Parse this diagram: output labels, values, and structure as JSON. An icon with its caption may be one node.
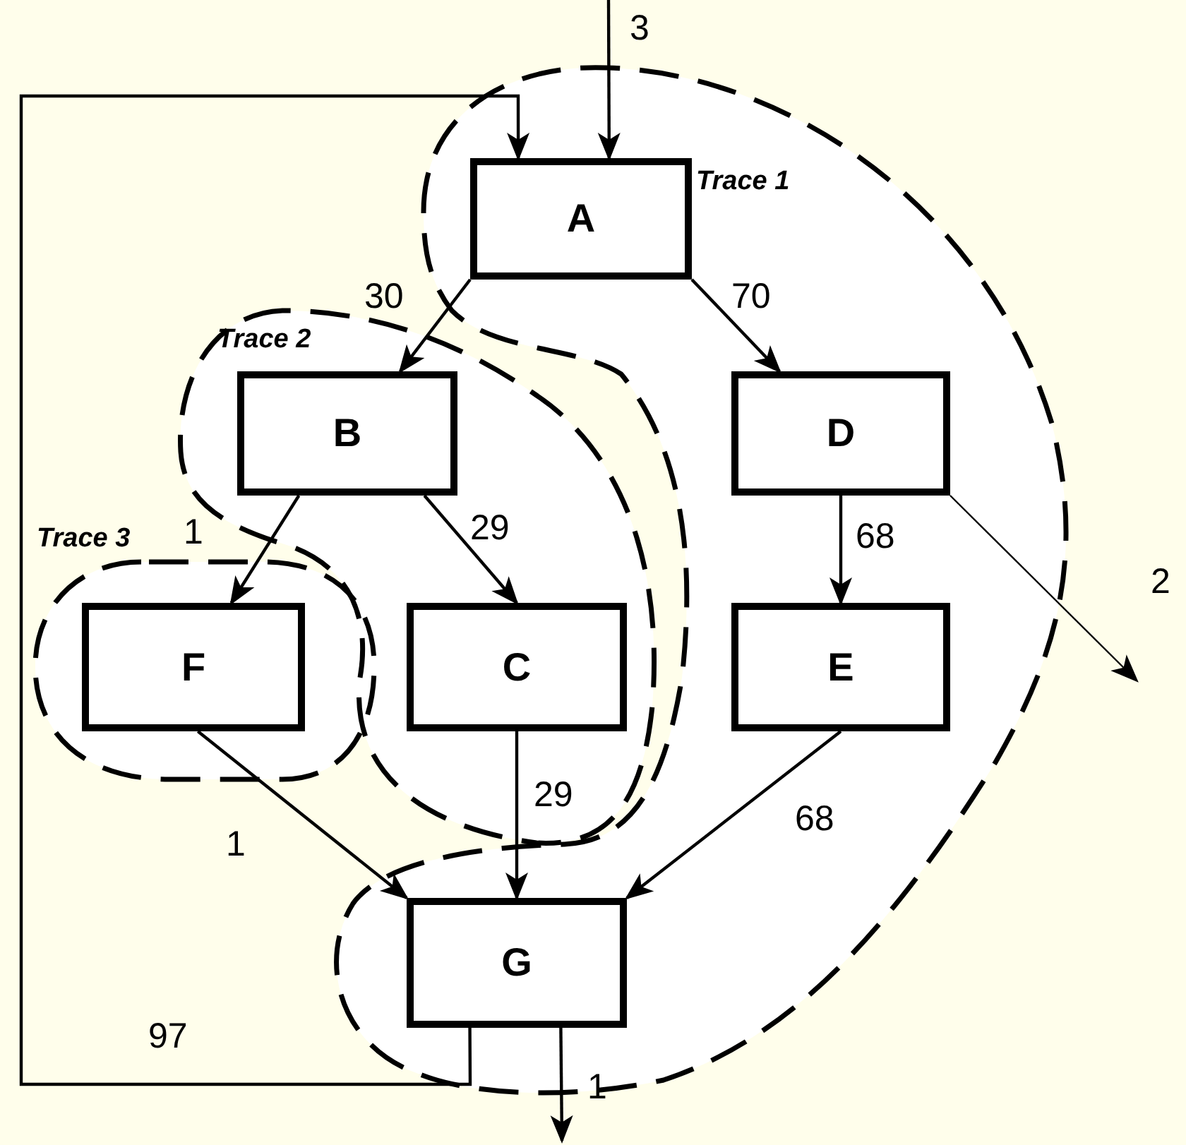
{
  "diagram": {
    "nodes": [
      {
        "text": [
          "A"
        ]
      },
      {
        "text": [
          "B"
        ]
      },
      {
        "text": [
          "D"
        ]
      },
      {
        "text": [
          "F"
        ]
      },
      {
        "text": [
          "C"
        ]
      },
      {
        "text": [
          "E"
        ]
      },
      {
        "text": [
          "G"
        ]
      }
    ],
    "edges": [
      {
        "from": null,
        "to": 0,
        "arrow": "to",
        "label": "3"
      },
      {
        "from": 6,
        "to": 0,
        "arrow": "to",
        "label": "97"
      },
      {
        "from": 0,
        "to": 1,
        "arrow": "to",
        "label": "30"
      },
      {
        "from": 0,
        "to": 2,
        "arrow": "to",
        "label": "70"
      },
      {
        "from": 1,
        "to": 3,
        "arrow": "to",
        "label": "1"
      },
      {
        "from": 1,
        "to": 4,
        "arrow": "to",
        "label": "29"
      },
      {
        "from": 2,
        "to": 5,
        "arrow": "to",
        "label": "68"
      },
      {
        "from": 3,
        "to": 6,
        "arrow": "to",
        "label": "1"
      },
      {
        "from": 4,
        "to": 6,
        "arrow": "to",
        "label": "29"
      },
      {
        "from": 5,
        "to": 6,
        "arrow": "to",
        "label": "68"
      },
      {
        "from": 2,
        "to": null,
        "arrow": "to",
        "label": "2"
      },
      {
        "from": 6,
        "to": null,
        "arrow": "to",
        "label": "1"
      }
    ],
    "labels": [
      "Trace 1",
      "Trace 2",
      "Trace 3"
    ]
  }
}
